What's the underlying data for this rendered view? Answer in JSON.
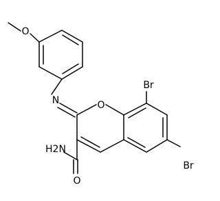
{
  "atoms": {
    "methoxy_o": "O",
    "ring_o": "O",
    "imine_n": "N",
    "amide_o": "O",
    "amide_nh2": "H2N",
    "br_top": "Br",
    "br_bottom": "Br"
  }
}
